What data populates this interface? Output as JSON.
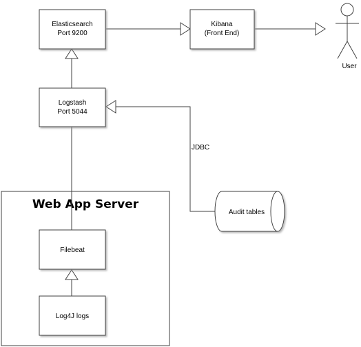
{
  "nodes": {
    "elasticsearch": {
      "line1": "Elasticsearch",
      "line2": "Port 9200"
    },
    "kibana": {
      "line1": "Kibana",
      "line2": "(Front End)"
    },
    "logstash": {
      "line1": "Logstash",
      "line2": "Port 5044"
    },
    "filebeat": {
      "label": "Filebeat"
    },
    "log4j": {
      "label": "Log4J logs"
    },
    "audit_tables": {
      "label": "Audit tables"
    },
    "user": {
      "label": "User"
    }
  },
  "group": {
    "title": "Web App Server"
  },
  "edges": {
    "jdbc_label": "JDBC"
  },
  "colors": {
    "box_fill": "#ffffff",
    "box_stroke": "#404040",
    "shadow": "#c8c8c8",
    "line": "#404040"
  }
}
